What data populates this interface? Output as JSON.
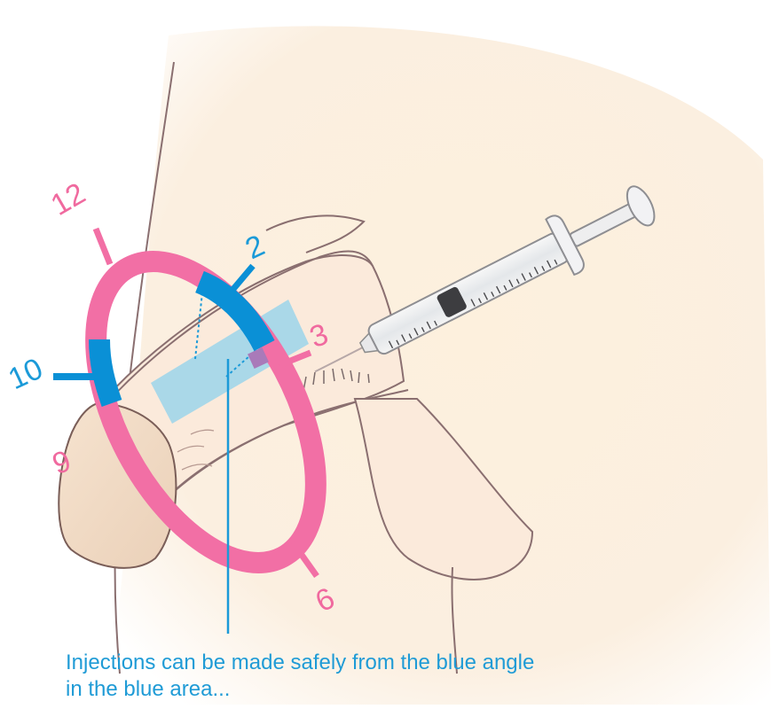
{
  "clock_labels": {
    "twelve": "12",
    "two": "2",
    "three": "3",
    "ten": "10",
    "nine": "9",
    "six": "6"
  },
  "caption": {
    "line1": "Injections can be made safely from the blue angle",
    "line2": "in the blue area..."
  },
  "colors": {
    "pink_ring": "#f26fa5",
    "blue_segment": "#0a90d6",
    "blue_area": "#9fd6ec",
    "skin": "#fbeedc",
    "outline": "#7a6660",
    "caption_text": "#1f9bd6"
  },
  "icons": {
    "syringe": "syringe-icon"
  }
}
